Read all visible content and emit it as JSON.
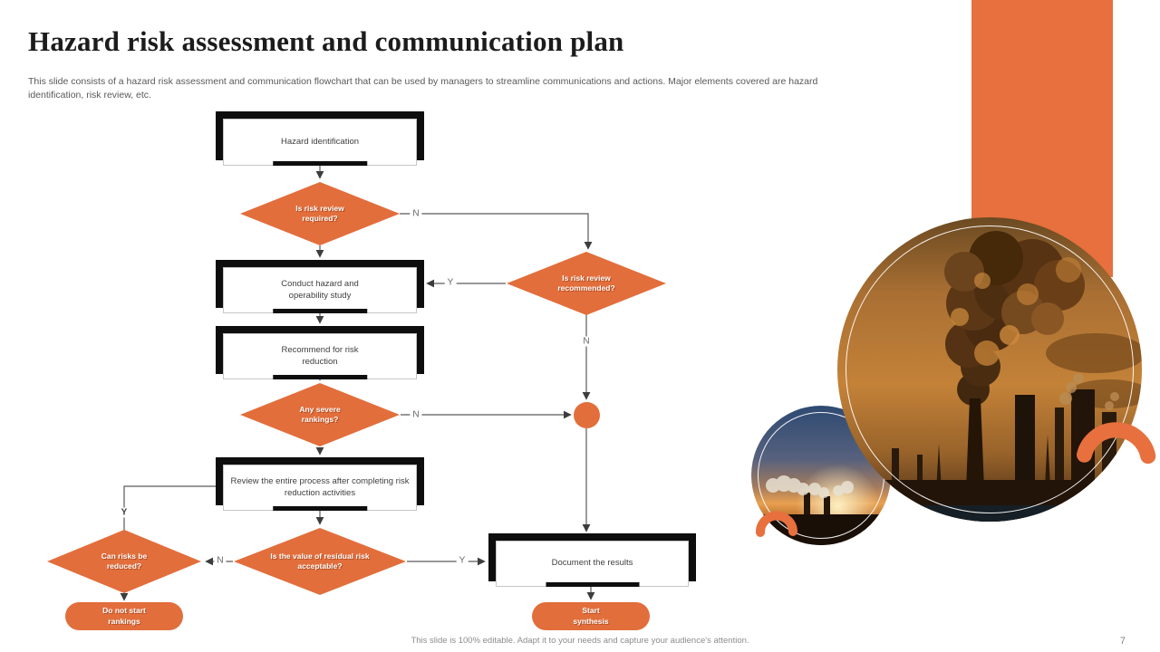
{
  "slide": {
    "title": "Hazard risk assessment and communication plan",
    "subtitle": "This slide consists of a hazard risk assessment and communication flowchart that can be used by managers to streamline communications and actions. Major elements covered are hazard identification, risk review, etc.",
    "footer_note": "This slide is 100% editable.  Adapt it to your needs and capture your audience's attention.",
    "page_number": "7"
  },
  "colors": {
    "accent_orange": "#E26E3C",
    "bar_orange": "#E7703E",
    "frame_black": "#0e0e0e",
    "connector_gray": "#5a5a5a"
  },
  "flowchart": {
    "nodes": {
      "hazard_identification": "Hazard identification",
      "is_risk_review_required": "Is risk review required?",
      "conduct_hazard_study": "Conduct hazard and operability study",
      "recommend_risk_reduction": "Recommend  for risk reduction",
      "any_severe_rankings": "Any severe rankings?",
      "review_entire_process": "Review the entire process after completing risk reduction activities",
      "is_risk_review_recommended": "Is risk review recommended?",
      "residual_risk_acceptable": "Is the value of residual risk acceptable?",
      "can_risks_be_reduced": "Can risks be reduced?",
      "do_not_start_rankings": "Do not start rankings",
      "document_results": "Document the results",
      "start_synthesis": "Start synthesis"
    },
    "branch_labels": {
      "risk_review_required_no": "N",
      "risk_review_recommended_yes": "Y",
      "risk_review_recommended_no": "N",
      "any_severe_rankings_no": "N",
      "residual_risk_no": "N",
      "residual_risk_yes": "Y",
      "can_risks_reduced_yes": "Y"
    }
  },
  "decor": {
    "large_image": "industrial-smokestack-pollution-photo",
    "small_image": "factory-sunset-smoke-photo"
  }
}
